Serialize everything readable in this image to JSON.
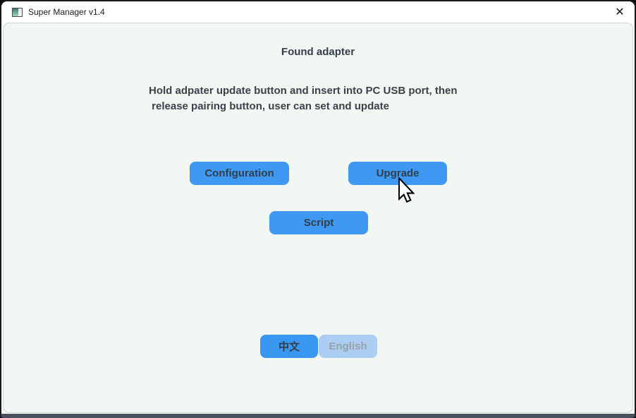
{
  "window": {
    "title": "Super Manager v1.4",
    "close_glyph": "✕"
  },
  "main": {
    "heading": "Found adapter",
    "instructions": "Hold adpater update button and insert into PC USB port, then\n release pairing button, user can set and update",
    "buttons": {
      "configuration": "Configuration",
      "upgrade": "Upgrade",
      "script": "Script"
    },
    "language": {
      "chinese": "中文",
      "english": "English"
    }
  },
  "colors": {
    "accent_blue": "#3f99f2",
    "disabled_blue": "#accef3",
    "content_bg": "#f2f7f4",
    "button_text": "#313d49",
    "bottom_edge": "#49525c"
  }
}
